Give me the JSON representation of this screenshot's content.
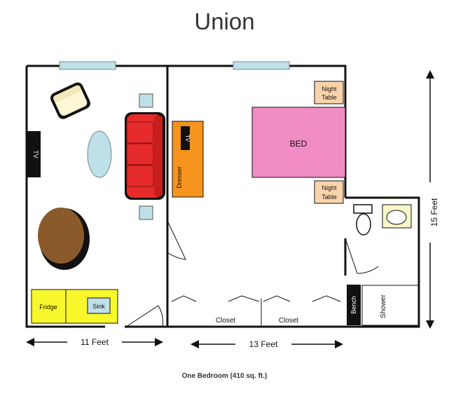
{
  "title": "Union",
  "caption": "One Bedroom (410 sq. ft.)",
  "labels": {
    "tv_living": "TV",
    "tv_dresser": "TV",
    "dresser": "Dresser",
    "bed": "BED",
    "night_table_top_1": "Night",
    "night_table_top_2": "Table",
    "night_table_bottom_1": "Night",
    "night_table_bottom_2": "Table",
    "fridge": "Fridge",
    "sink": "Sink",
    "closet_left": "Closet",
    "closet_right": "Closet",
    "bench": "Bench",
    "shower": "Shower"
  },
  "dimensions": {
    "width_left": "11 Feet",
    "width_right": "13 Feet",
    "height": "15 Feet"
  },
  "colors": {
    "wall": "#111111",
    "window": "#bfe0e8",
    "sofa": "#e52b2b",
    "dresser": "#f7941d",
    "bed": "#f18cc4",
    "night_table": "#fbd3ab",
    "fridge": "#f7f72b",
    "sink": "#bfe0e8",
    "table": "#8b5a2b",
    "rug": "#bfe0e8",
    "armchair": "#fff7d6"
  }
}
